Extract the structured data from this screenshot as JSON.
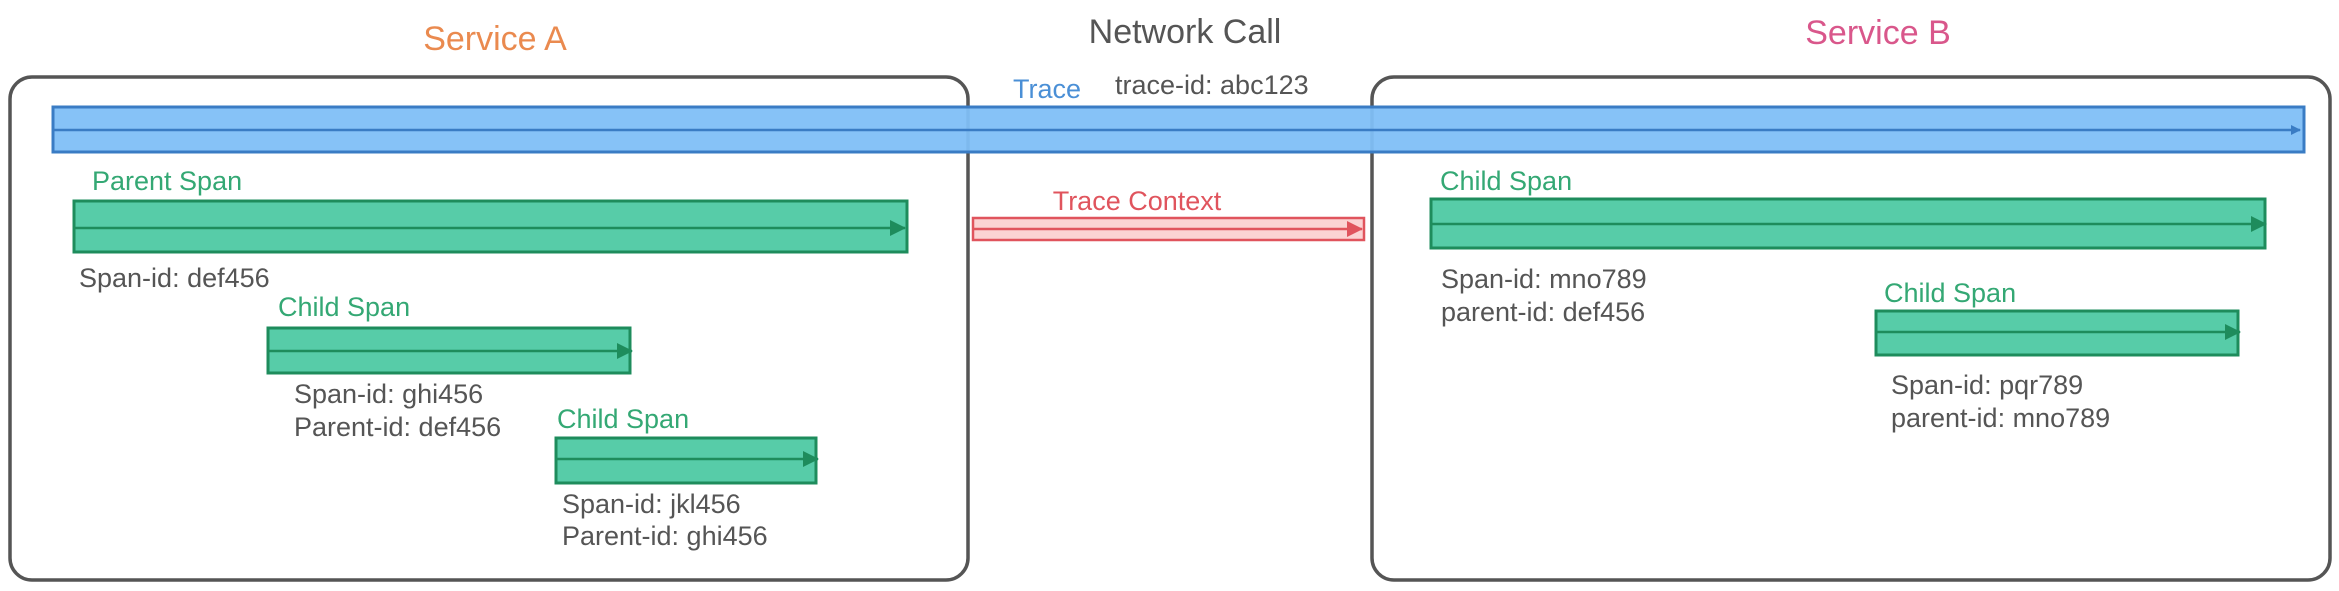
{
  "header": {
    "service_a": "Service A",
    "network_call": "Network Call",
    "service_b": "Service B"
  },
  "trace": {
    "label": "Trace",
    "trace_id": "trace-id: abc123"
  },
  "trace_context": {
    "label": "Trace Context"
  },
  "service_a": {
    "parent_span": {
      "label": "Parent Span",
      "span_id": "Span-id: def456"
    },
    "child_span_1": {
      "label": "Child Span",
      "span_id": "Span-id: ghi456",
      "parent_id": "Parent-id: def456"
    },
    "child_span_2": {
      "label": "Child Span",
      "span_id": "Span-id: jkl456",
      "parent_id": "Parent-id: ghi456"
    }
  },
  "service_b": {
    "child_span_1": {
      "label": "Child Span",
      "span_id": "Span-id: mno789",
      "parent_id": "parent-id: def456"
    },
    "child_span_2": {
      "label": "Child Span",
      "span_id": "Span-id: pqr789",
      "parent_id": "parent-id: mno789"
    }
  },
  "colors": {
    "service_a": "#ea8a4f",
    "service_b": "#d9578b",
    "trace": "#4a8fd6",
    "trace_fill": "#7fbff7",
    "span": "#34a874",
    "span_fill": "#57cca8",
    "context": "#e0545d",
    "context_fill": "#fbd3d3",
    "box_border": "#555555"
  }
}
